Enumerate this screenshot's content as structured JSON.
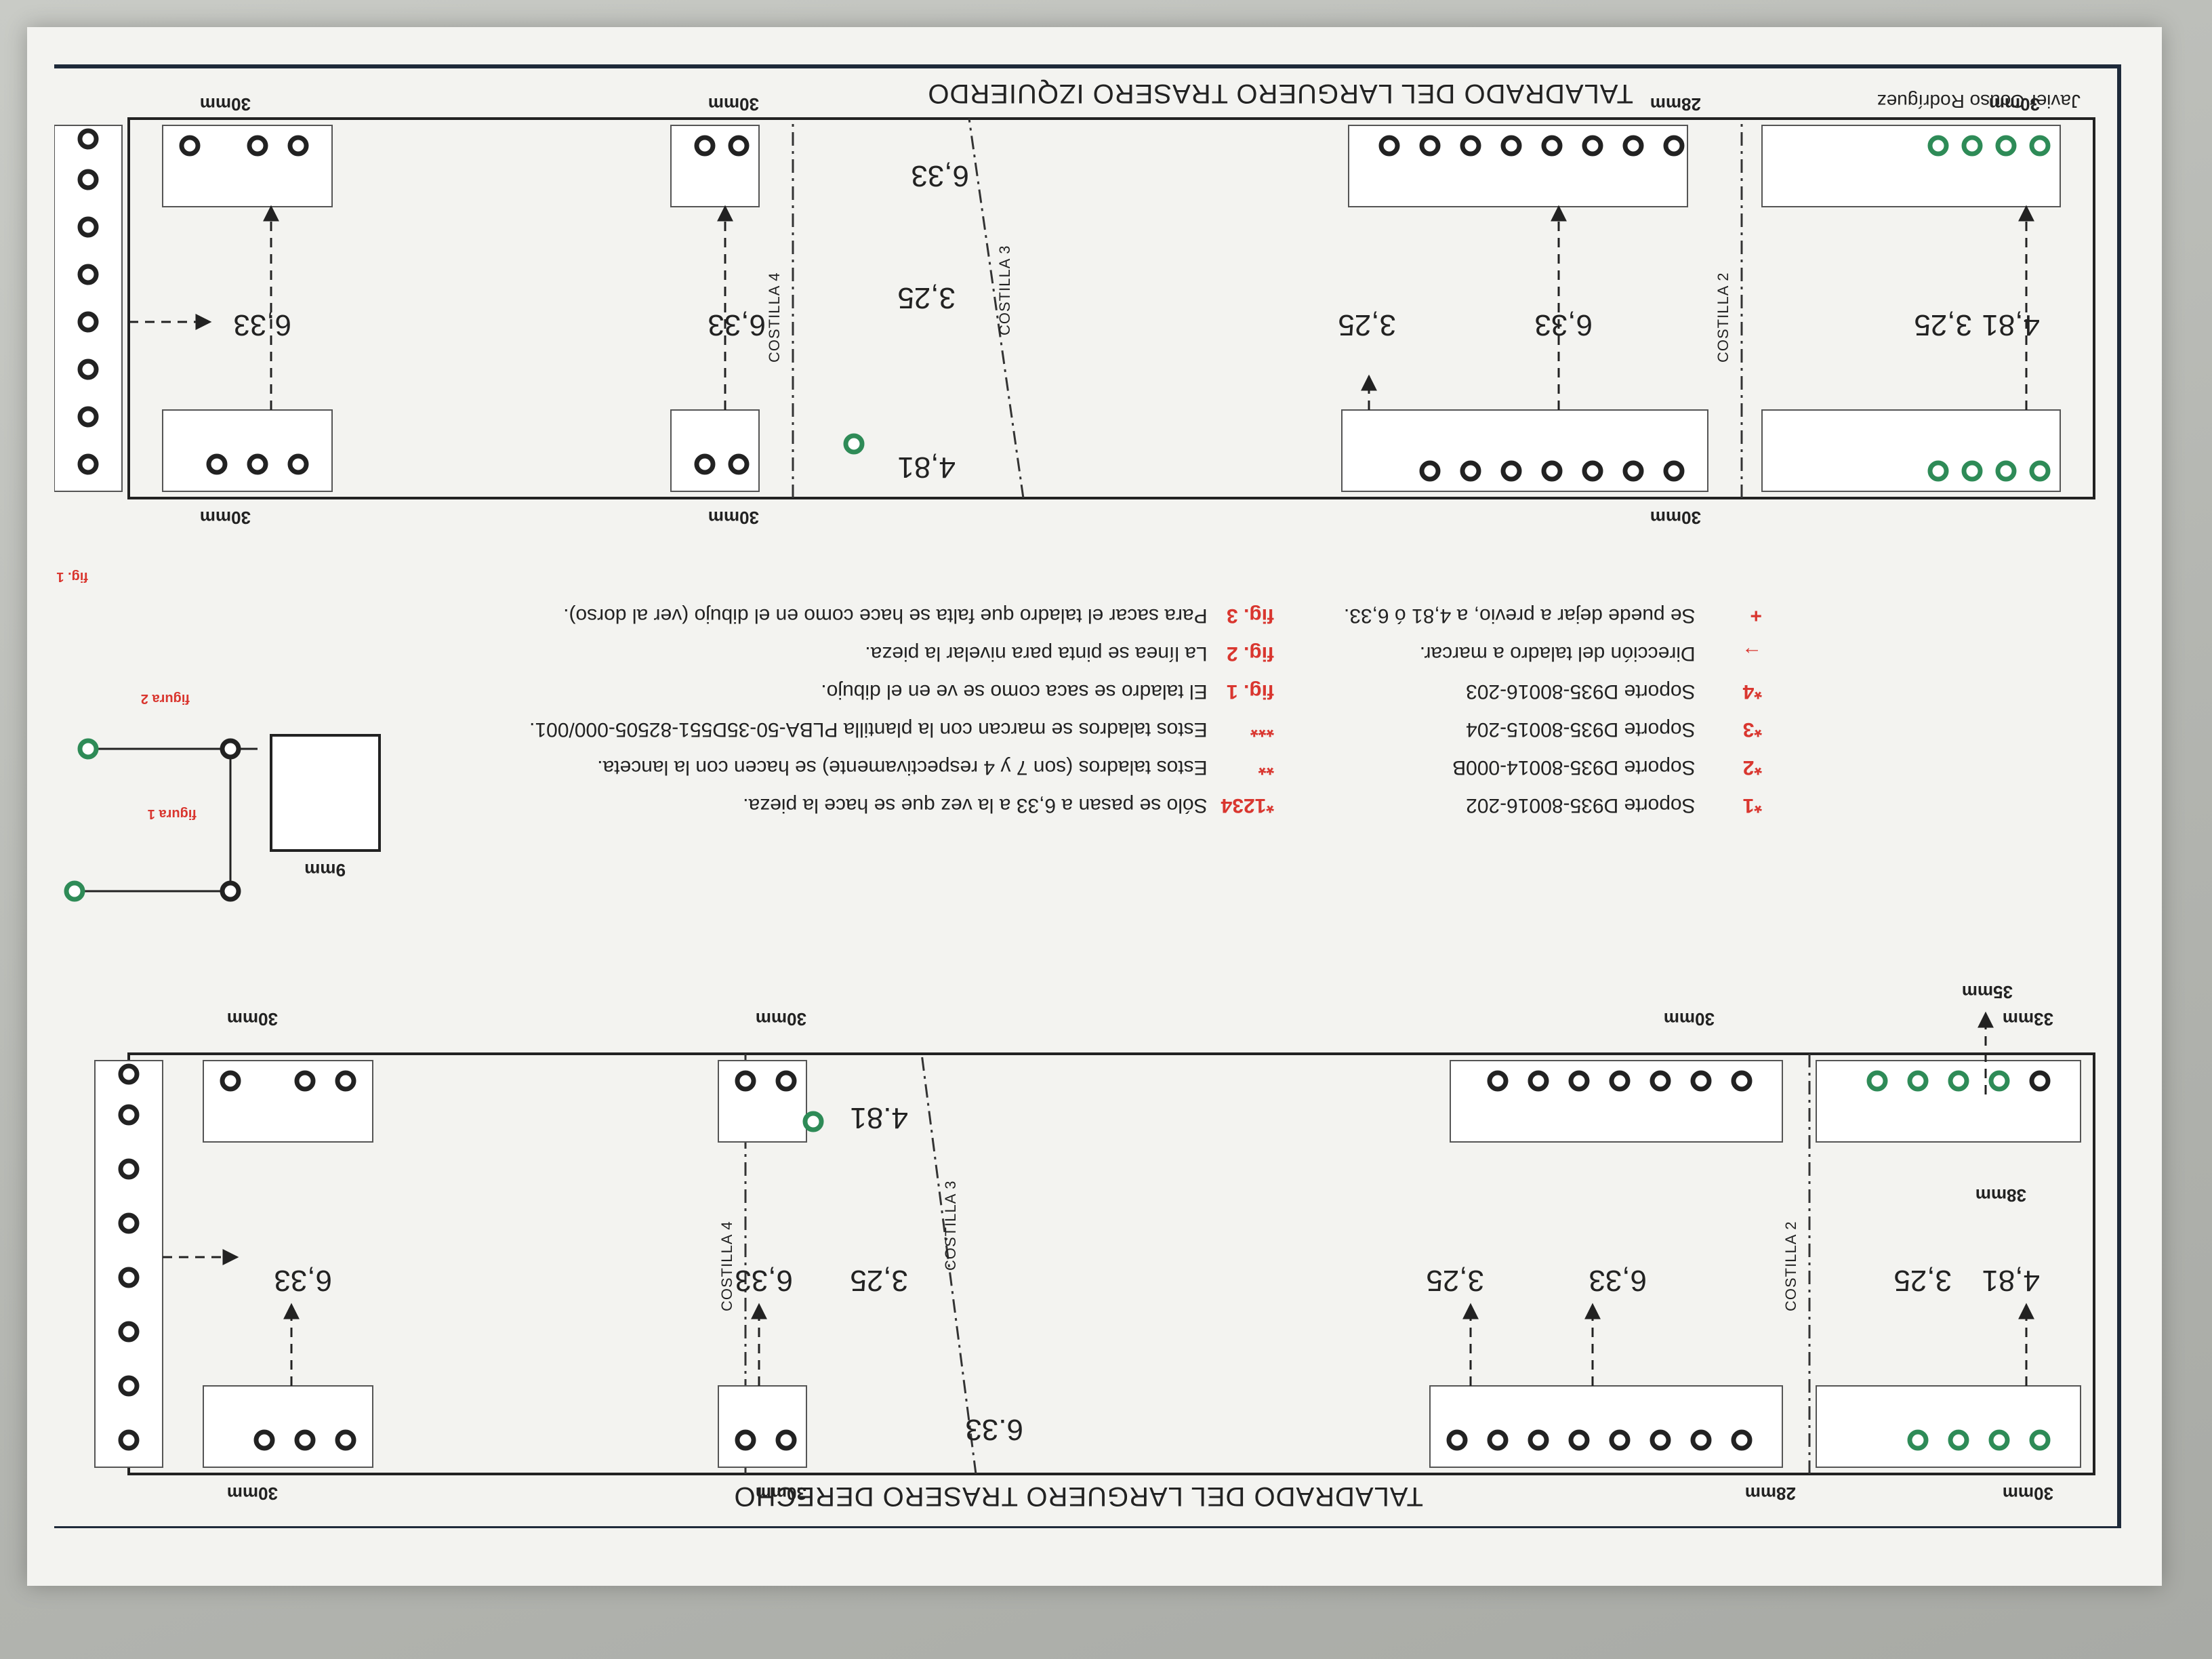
{
  "left_title": "TALADRADO DEL LARGUERO TRASERO IZQUIERDO",
  "right_title": "TALADRADO DEL LARGUERO TRASERO DERECHO",
  "author": "Javier Couso Rodríguez",
  "ribs": {
    "r2": "COSTILLA 2",
    "r3": "COSTILLA 3",
    "r4": "COSTILLA 4"
  },
  "dims": {
    "d28": "28mm",
    "d30": "30mm",
    "d33": "33mm",
    "d35": "35mm",
    "d38": "38mm",
    "d9": "9mm"
  },
  "measures": {
    "m481": "4,81",
    "m325": "3,25",
    "m633": "6,33",
    "m481b": "4.81",
    "m633b": "6.33",
    "m325b": "3.25"
  },
  "legend": [
    {
      "symbol": "*1234",
      "text": "Sólo se pasan a 6,33 a la vez que se hace la pieza."
    },
    {
      "symbol": "**",
      "text": "Estos taladros (son 7 y 4 respectivamente) se hacen con la lanceta."
    },
    {
      "symbol": "***",
      "text": "Estos taladros se marcan con la plantilla PLBA-50-35D551-82505-000/001."
    },
    {
      "symbol": "fig. 1",
      "text": "El taladro se saca como se ve en el dibujo."
    },
    {
      "symbol": "fig. 2",
      "text": "La línea se pinta para nivelar la pieza."
    },
    {
      "symbol": "fig. 3",
      "text": "Para sacar el taladro que falta se hace como en el dibujo (ver al dorso)."
    }
  ],
  "legend2": [
    {
      "symbol": "*1",
      "text": "Soporte D935-80016-202"
    },
    {
      "symbol": "*2",
      "text": "Soporte D935-80014-000B"
    },
    {
      "symbol": "*3",
      "text": "Soporte D935-80015-204"
    },
    {
      "symbol": "*4",
      "text": "Soporte D935-80016-203"
    },
    {
      "symbol": "→",
      "text": "Dirección del taladro a marcar."
    },
    {
      "symbol": "+",
      "text": "Se puede dejar a previo, a 4,81 ó 6,33."
    }
  ],
  "figure_labels": {
    "f1": "figura 1",
    "f2": "figura 2",
    "fig1": "fig. 1"
  },
  "colors": {
    "frame": "#1e2a3a",
    "hole_black": "#222222",
    "hole_green": "#2e8b57",
    "note_red": "#d9362f"
  }
}
